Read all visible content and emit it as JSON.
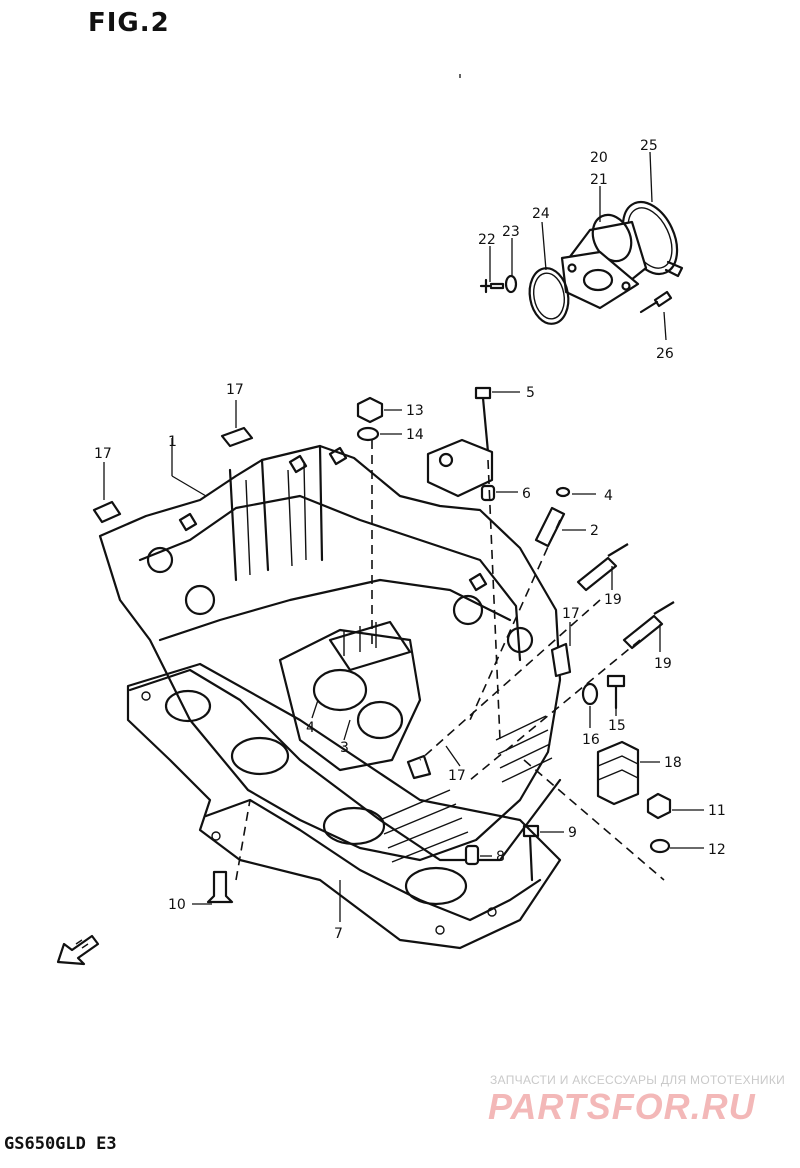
{
  "figure": {
    "title": "FIG.2",
    "model_code": "GS650GLD E3"
  },
  "callouts": [
    "1",
    "2",
    "3",
    "4",
    "4",
    "5",
    "6",
    "7",
    "8",
    "9",
    "10",
    "11",
    "12",
    "13",
    "14",
    "15",
    "16",
    "17",
    "17",
    "17",
    "17",
    "18",
    "19",
    "19",
    "20",
    "21",
    "22",
    "23",
    "24",
    "25",
    "26"
  ],
  "watermark": {
    "line1": "ЗАПЧАСТИ И АКСЕССУАРЫ ДЛЯ МОТОТЕХНИКИ",
    "brand": "PARTSFOR.RU"
  },
  "icons": {
    "front_arrow": "front-direction-arrow-icon"
  },
  "colors": {
    "line": "#111111",
    "watermark_brand": "#f3b8b8"
  }
}
